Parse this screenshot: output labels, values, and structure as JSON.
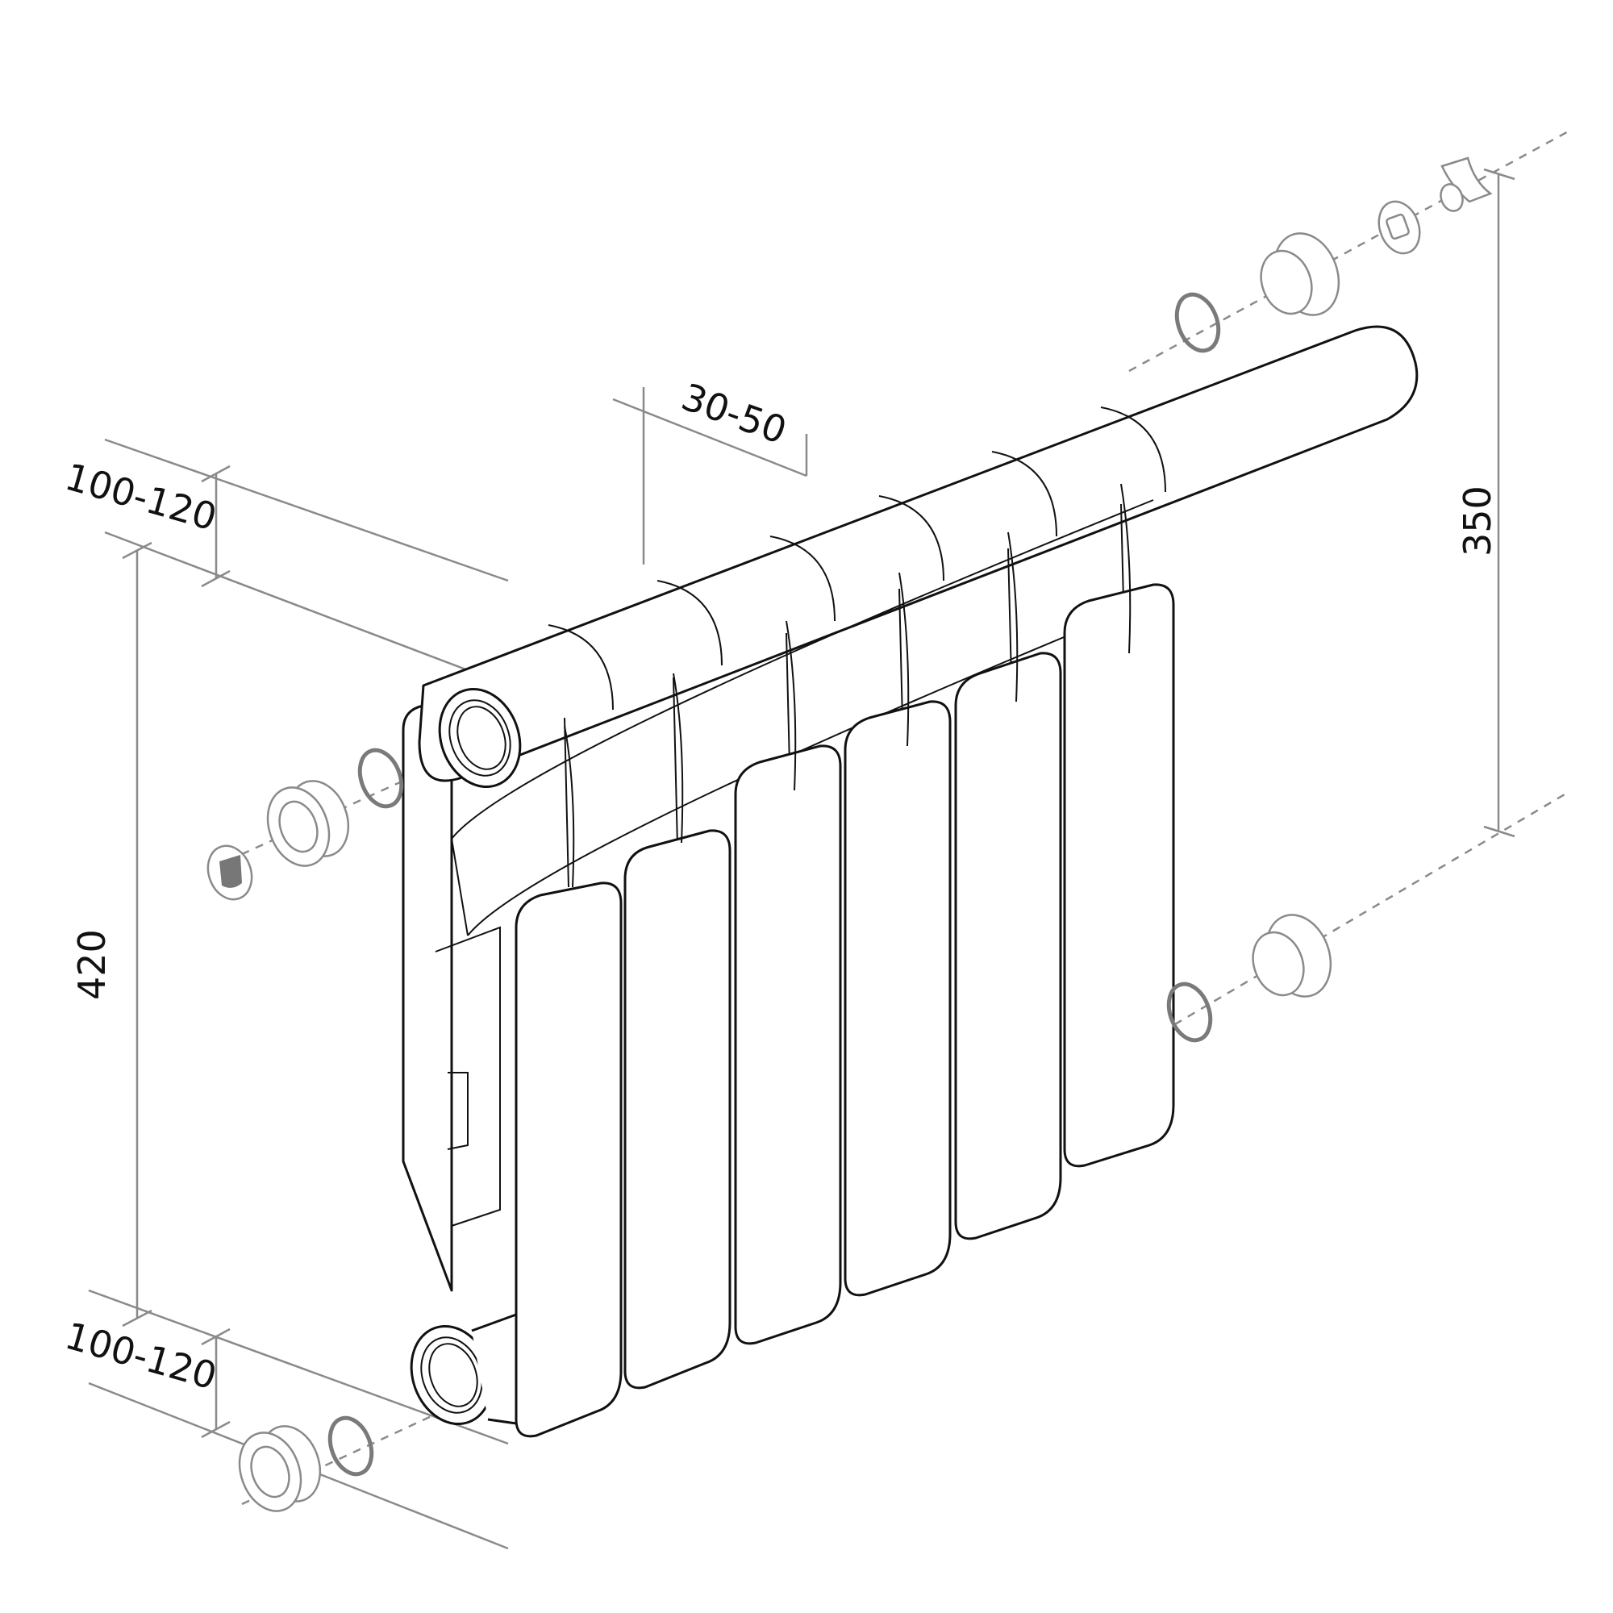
{
  "diagram": {
    "subject": "Bimetallic sectional radiator, exploded assembly view",
    "section_count": 6,
    "dimensions": {
      "top_offset": "100-120",
      "bottom_offset": "100-120",
      "wall_gap": "30-50",
      "total_height": "420",
      "center_distance": "350"
    },
    "components": [
      {
        "name": "blanking-plug-with-logo",
        "side": "left-top"
      },
      {
        "name": "reducer-bushing",
        "side": "left-top"
      },
      {
        "name": "gasket-ring",
        "side": "left-top"
      },
      {
        "name": "reducer-bushing",
        "side": "left-bottom"
      },
      {
        "name": "gasket-ring",
        "side": "left-bottom"
      },
      {
        "name": "gasket-ring",
        "side": "right-top"
      },
      {
        "name": "reducer-bushing",
        "side": "right-top"
      },
      {
        "name": "air-vent-adapter",
        "side": "right-top"
      },
      {
        "name": "air-vent-key",
        "side": "right-top"
      },
      {
        "name": "gasket-ring",
        "side": "right-bottom"
      },
      {
        "name": "reducer-bushing",
        "side": "right-bottom"
      }
    ],
    "colors": {
      "outline": "#111111",
      "dimension": "#8a8a8a",
      "background": "#ffffff"
    }
  }
}
